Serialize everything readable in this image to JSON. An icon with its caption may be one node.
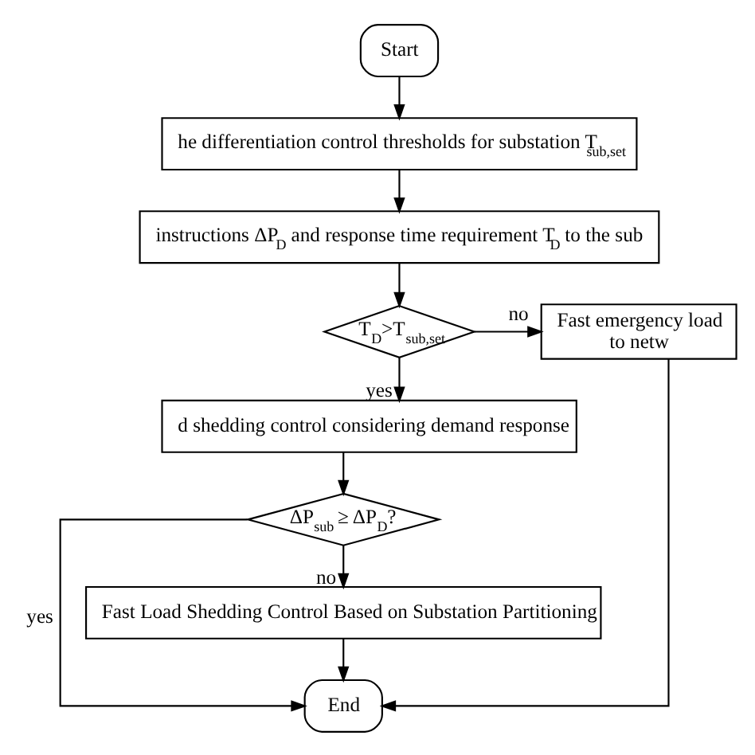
{
  "diagram": {
    "nodes": [
      {
        "text": [
          "Start"
        ]
      },
      {
        "text": [
          "he differentiation control thresholds for substation T$_{sub,set}$"
        ]
      },
      {
        "text": [
          "instructions ΔP$_{D}$ and response time requirement T$_{D}$ to the sub"
        ]
      },
      {
        "text": [
          "T$_{D}$>T$_{sub,set}$"
        ]
      },
      {
        "text": [
          "Fast emergency load to netw"
        ]
      },
      {
        "text": [
          "d shedding control considering demand response"
        ]
      },
      {
        "text": [
          "ΔP$_{sub}$ ≥ ΔP$_{D}$?"
        ]
      },
      {
        "text": [
          "Fast Load Shedding Control Based on Substation Partitioning"
        ]
      },
      {
        "text": [
          "End"
        ]
      }
    ],
    "edges": [
      {
        "from": 0,
        "to": 1,
        "arrow": "to"
      },
      {
        "from": 1,
        "to": 2,
        "arrow": "to"
      },
      {
        "from": 2,
        "to": 3,
        "arrow": "to"
      },
      {
        "from": 3,
        "to": 4,
        "arrow": "to",
        "label": "no"
      },
      {
        "from": 3,
        "to": 5,
        "arrow": "to",
        "label": "yes"
      },
      {
        "from": 5,
        "to": 6,
        "arrow": "to"
      },
      {
        "from": 6,
        "to": 7,
        "arrow": "to",
        "label": "no"
      },
      {
        "from": 7,
        "to": 8,
        "arrow": "to"
      },
      {
        "from": 6,
        "to": 8,
        "arrow": "to",
        "label": "yes"
      },
      {
        "from": 4,
        "to": 8,
        "arrow": "to"
      }
    ]
  }
}
